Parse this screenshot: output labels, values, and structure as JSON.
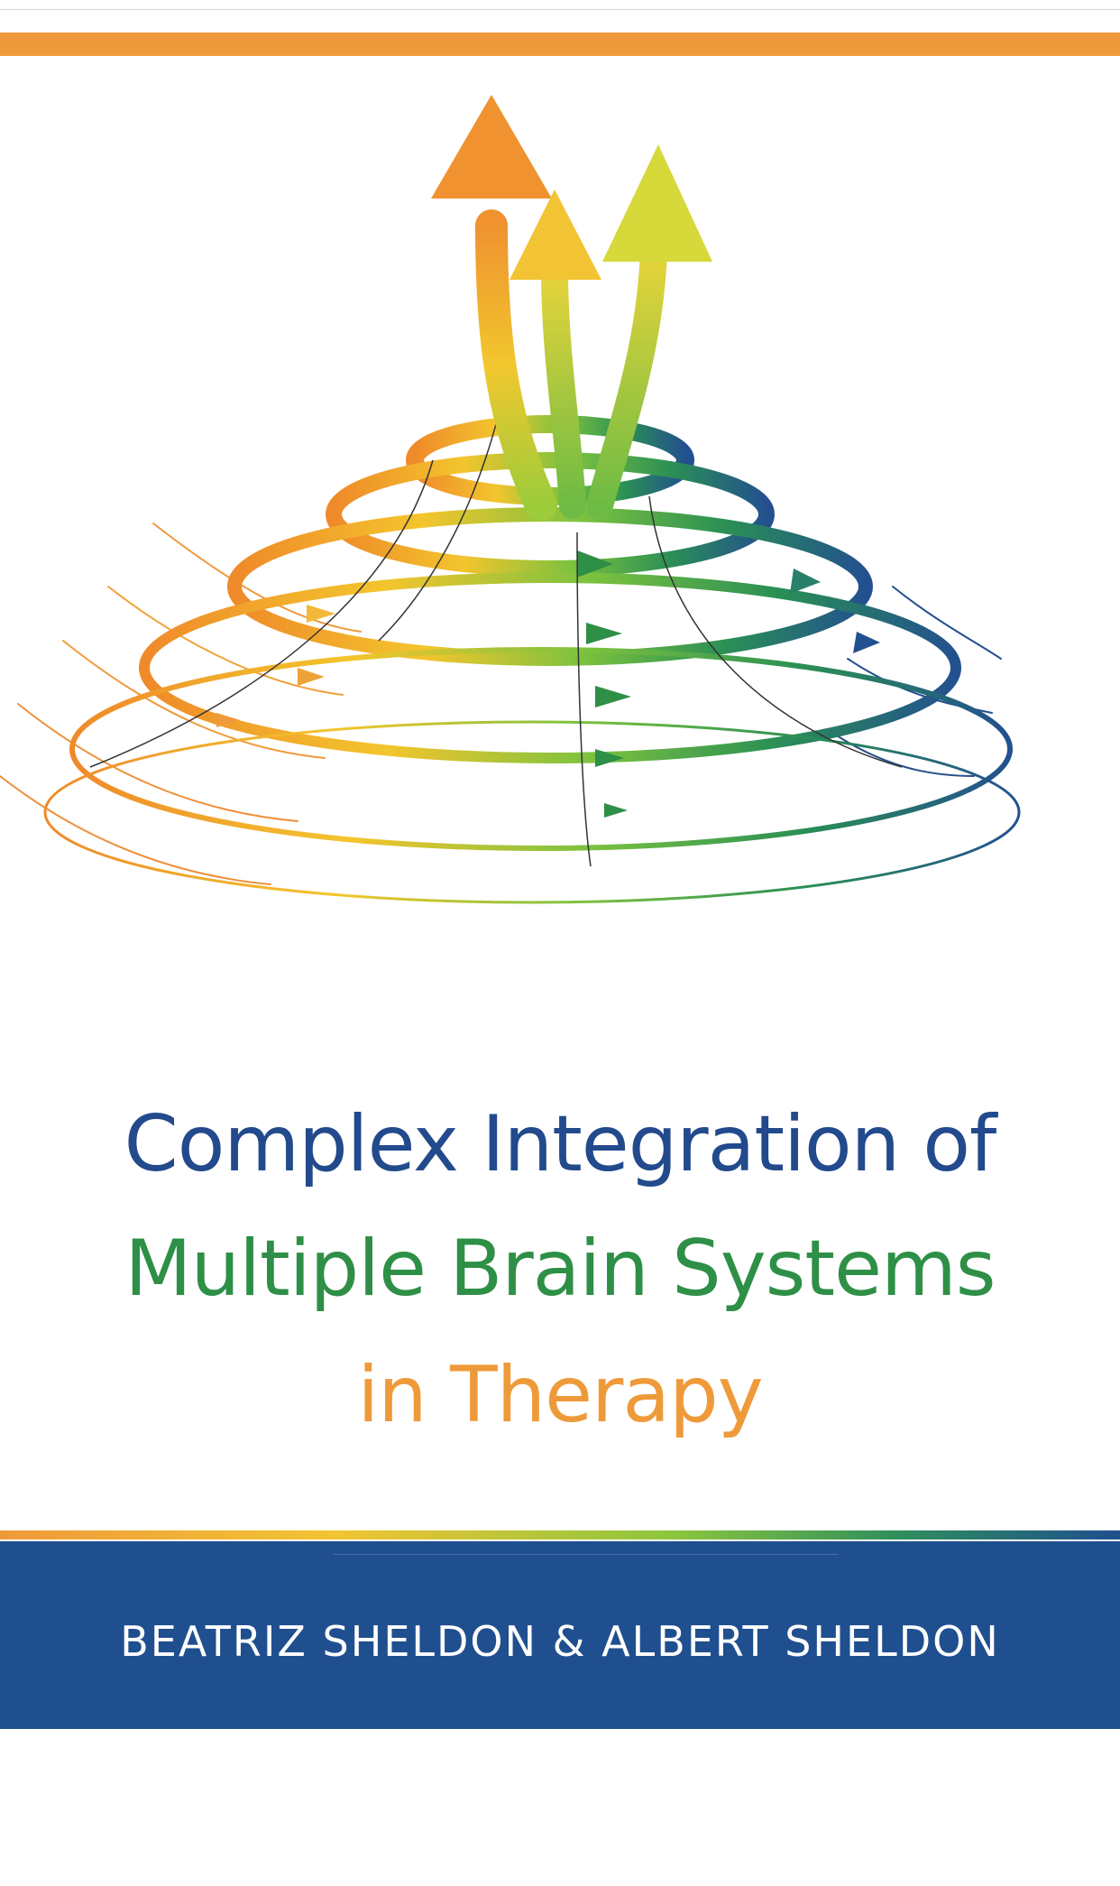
{
  "cover": {
    "title_line_1": "Complex Integration of",
    "title_line_2": "Multiple Brain Systems",
    "title_line_3": "in Therapy",
    "authors": "BEATRIZ SHELDON & ALBERT SHELDON"
  },
  "colors": {
    "orange": "#ef9a3a",
    "yellow": "#f2c433",
    "green": "#2e8f46",
    "blue": "#224a8c",
    "band": "#1f4f8f"
  },
  "artwork": {
    "icon": "spiral-arrows-illustration"
  }
}
